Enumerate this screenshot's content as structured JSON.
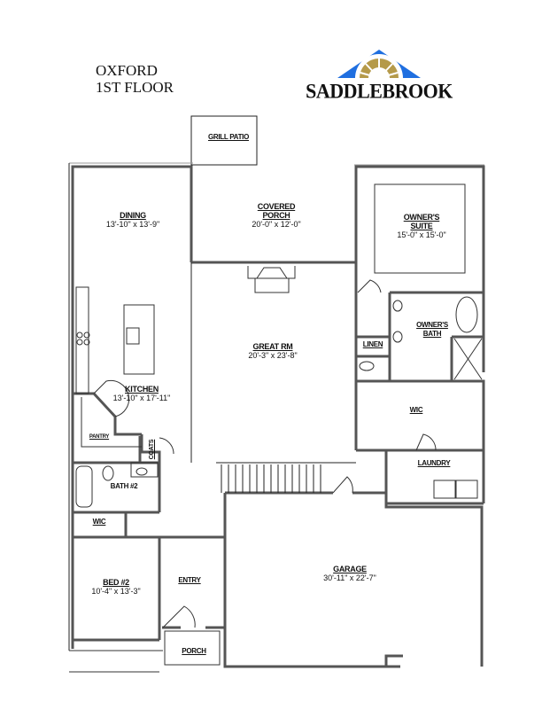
{
  "header": {
    "plan_name": "OXFORD",
    "floor": "1ST FLOOR"
  },
  "logo": {
    "brand": "SADDLEBROOK",
    "roof_color": "#1f6fe0",
    "sun_color": "#b59a4a"
  },
  "rooms": {
    "grill_patio": {
      "name": "GRILL PATIO"
    },
    "dining": {
      "name": "DINING",
      "dim": "13'-10\" x 13'-9\""
    },
    "covered_porch": {
      "name_line1": "COVERED",
      "name_line2": "PORCH",
      "dim": "20'-0\" x 12'-0\""
    },
    "owners_suite": {
      "name_line1": "OWNER'S",
      "name_line2": "SUITE",
      "dim": "15'-0\" x 15'-0\""
    },
    "great_rm": {
      "name": "GREAT RM",
      "dim": "20'-3\" x 23'-8\""
    },
    "linen": {
      "name": "LINEN"
    },
    "owners_bath": {
      "name_line1": "OWNER'S",
      "name_line2": "BATH"
    },
    "kitchen": {
      "name": "KITCHEN",
      "dim": "13'-10\" x 17'-11\""
    },
    "pantry": {
      "name": "PANTRY"
    },
    "coats": {
      "name": "COATS"
    },
    "wic_owner": {
      "name": "WIC"
    },
    "laundry": {
      "name": "LAUNDRY"
    },
    "bath2": {
      "name": "BATH #2"
    },
    "wic_bed2": {
      "name": "WIC"
    },
    "bed2": {
      "name": "BED #2",
      "dim": "10'-4\" x 13'-3\""
    },
    "entry": {
      "name": "ENTRY"
    },
    "porch": {
      "name": "PORCH"
    },
    "garage": {
      "name": "GARAGE",
      "dim": "30'-11\" x 22'-7\""
    }
  }
}
